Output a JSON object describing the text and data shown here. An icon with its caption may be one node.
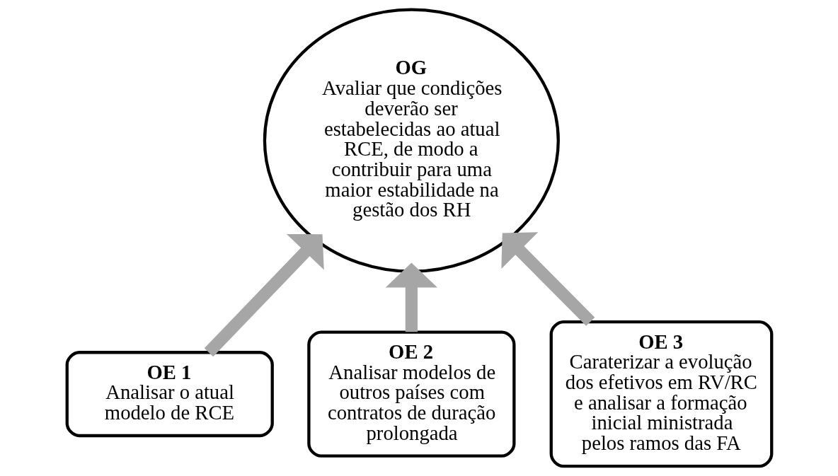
{
  "diagram": {
    "nodes": [
      {
        "text": [
          "OG",
          "Avaliar que condições deverão ser estabelecidas ao atual RCE, de modo a contribuir para uma maior estabilidade na gestão dos RH"
        ]
      },
      {
        "text": [
          "OE 1",
          "Analisar o atual modelo de RCE"
        ]
      },
      {
        "text": [
          "OE 2",
          "Analisar modelos de outros países com contratos de duração prolongada"
        ]
      },
      {
        "text": [
          "OE 3",
          "Caraterizar a evolução dos efetivos em RV/RC e analisar a formação inicial ministrada pelos ramos das FA"
        ]
      }
    ],
    "edges": [
      {
        "from": 1,
        "to": 0,
        "arrow": "to"
      },
      {
        "from": 2,
        "to": 0,
        "arrow": "to"
      },
      {
        "from": 3,
        "to": 0,
        "arrow": "to"
      }
    ]
  }
}
